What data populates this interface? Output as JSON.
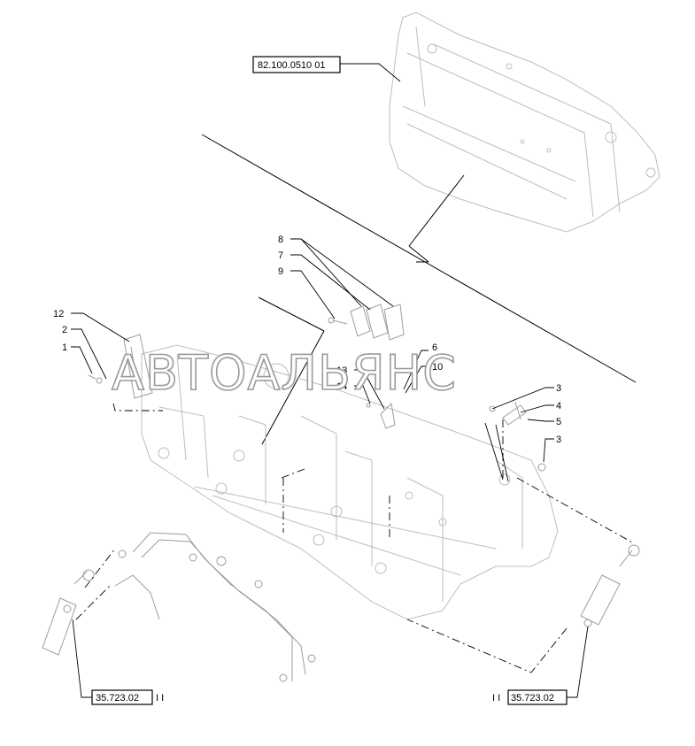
{
  "watermark": "АВТОАЛЬЯНС",
  "ref_boxes": {
    "top": "82.100.0510 01",
    "left": "35.723.02",
    "right": "35.723.02",
    "marker": "I I"
  },
  "callouts": [
    "1",
    "2",
    "3",
    "3",
    "4",
    "5",
    "6",
    "7",
    "8",
    "9",
    "10",
    "12",
    "13",
    "14"
  ],
  "colors": {
    "line": "#000000",
    "part_outline": "#bdbdbd",
    "watermark_stroke": "#9a9a9a"
  }
}
